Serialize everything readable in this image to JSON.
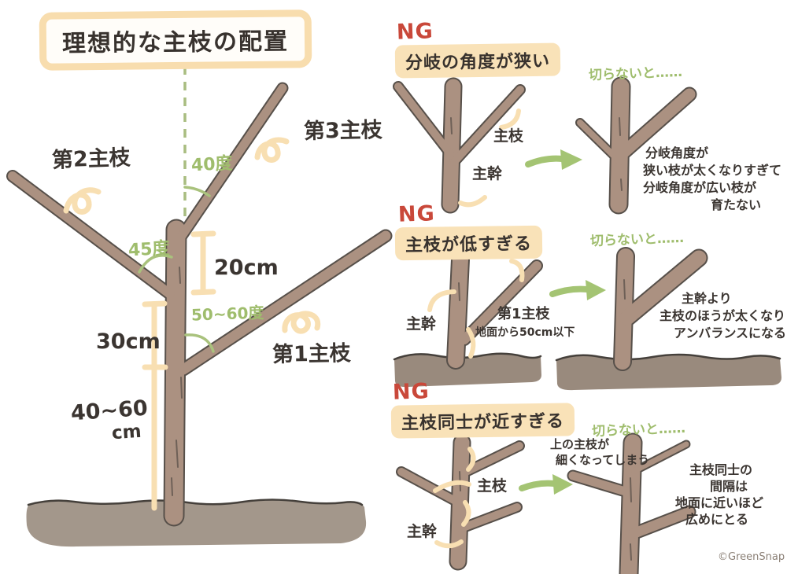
{
  "title": "理想的な主枝の配置",
  "main": {
    "branch2": "第2主枝",
    "branch3": "第3主枝",
    "branch1": "第1主枝",
    "angle_top": "40度",
    "angle_mid": "45度",
    "angle_low": "50~60度",
    "len_top": "20cm",
    "len_mid": "30cm",
    "len_low_1": "40~60",
    "len_low_2": "cm"
  },
  "sections": [
    {
      "ng": "NG",
      "heading": "分岐の角度が狭い",
      "label_branch": "主枝",
      "label_trunk": "主幹",
      "cut_note": "切らないと……",
      "result_lines": [
        "分岐角度が",
        "狭い枝が太くなりすぎて",
        "分岐角度が広い枝が",
        "育たない"
      ]
    },
    {
      "ng": "NG",
      "heading": "主枝が低すぎる",
      "label_trunk": "主幹",
      "label_branch": "第1主枝",
      "label_height": "地面から50cm以下",
      "cut_note": "切らないと……",
      "result_lines": [
        "主幹より",
        "主枝のほうが太くなり",
        "アンバランスになる"
      ]
    },
    {
      "ng": "NG",
      "heading": "主枝同士が近すぎる",
      "label_branch": "主枝",
      "label_trunk": "主幹",
      "note_lines": [
        "上の主枝が",
        "細くなってしまう"
      ],
      "cut_note": "切らないと……",
      "result_lines": [
        "主枝同士の",
        "間隔は",
        "地面に近いほど",
        "広めにとる"
      ]
    }
  ],
  "credit": "©GreenSnap",
  "colors": {
    "branch_fill": "#ab9181",
    "branch_outline": "#57504a",
    "ground": "#a3978b",
    "cream": "#f8dfb2",
    "green": "#9fbd6d",
    "ng_red": "#c9483a",
    "text": "#3b3531"
  }
}
